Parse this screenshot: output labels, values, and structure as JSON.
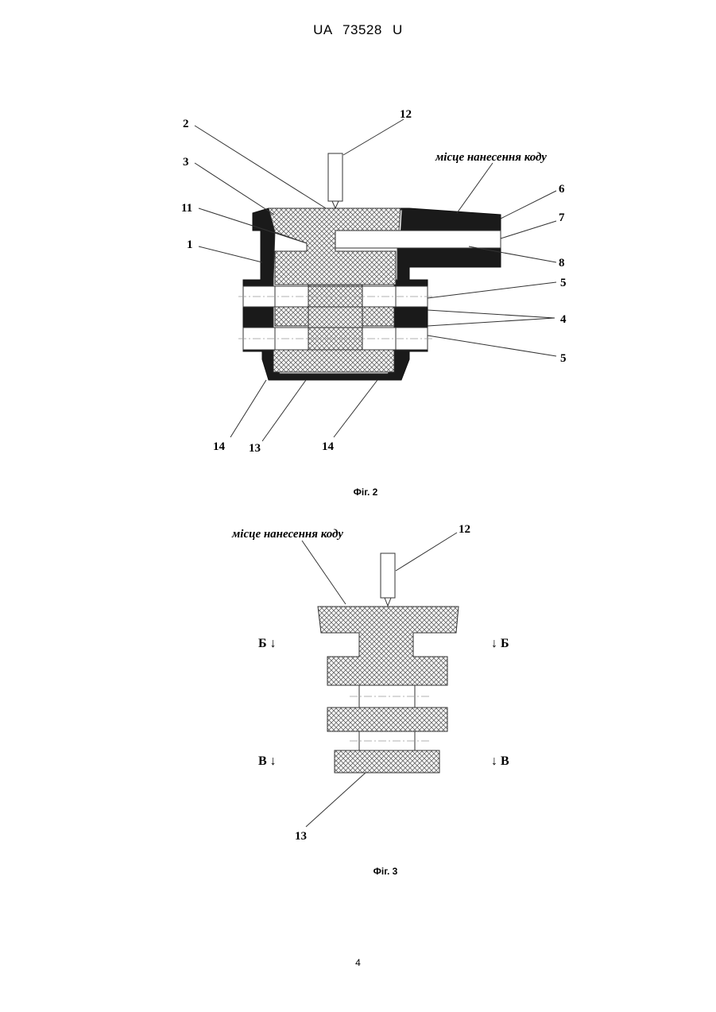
{
  "header": {
    "title": "UA   73528   U"
  },
  "figure2": {
    "caption": "Фіг. 2",
    "note": "місце нанесення коду",
    "labels": {
      "l12": "12",
      "l2": "2",
      "l3": "3",
      "l11": "11",
      "l1": "1",
      "l6": "6",
      "l7": "7",
      "l8": "8",
      "l5a": "5",
      "l4": "4",
      "l5b": "5",
      "l14a": "14",
      "l13": "13",
      "l14b": "14"
    }
  },
  "figure3": {
    "caption": "Фіг. 3",
    "note": "місце нанесення коду",
    "labels": {
      "l12": "12",
      "l13": "13"
    },
    "sections": {
      "b_left": "Б ↓",
      "b_right": "↓ Б",
      "v_left": "В ↓",
      "v_right": "↓ В"
    }
  },
  "footer": {
    "page_number": "4"
  }
}
